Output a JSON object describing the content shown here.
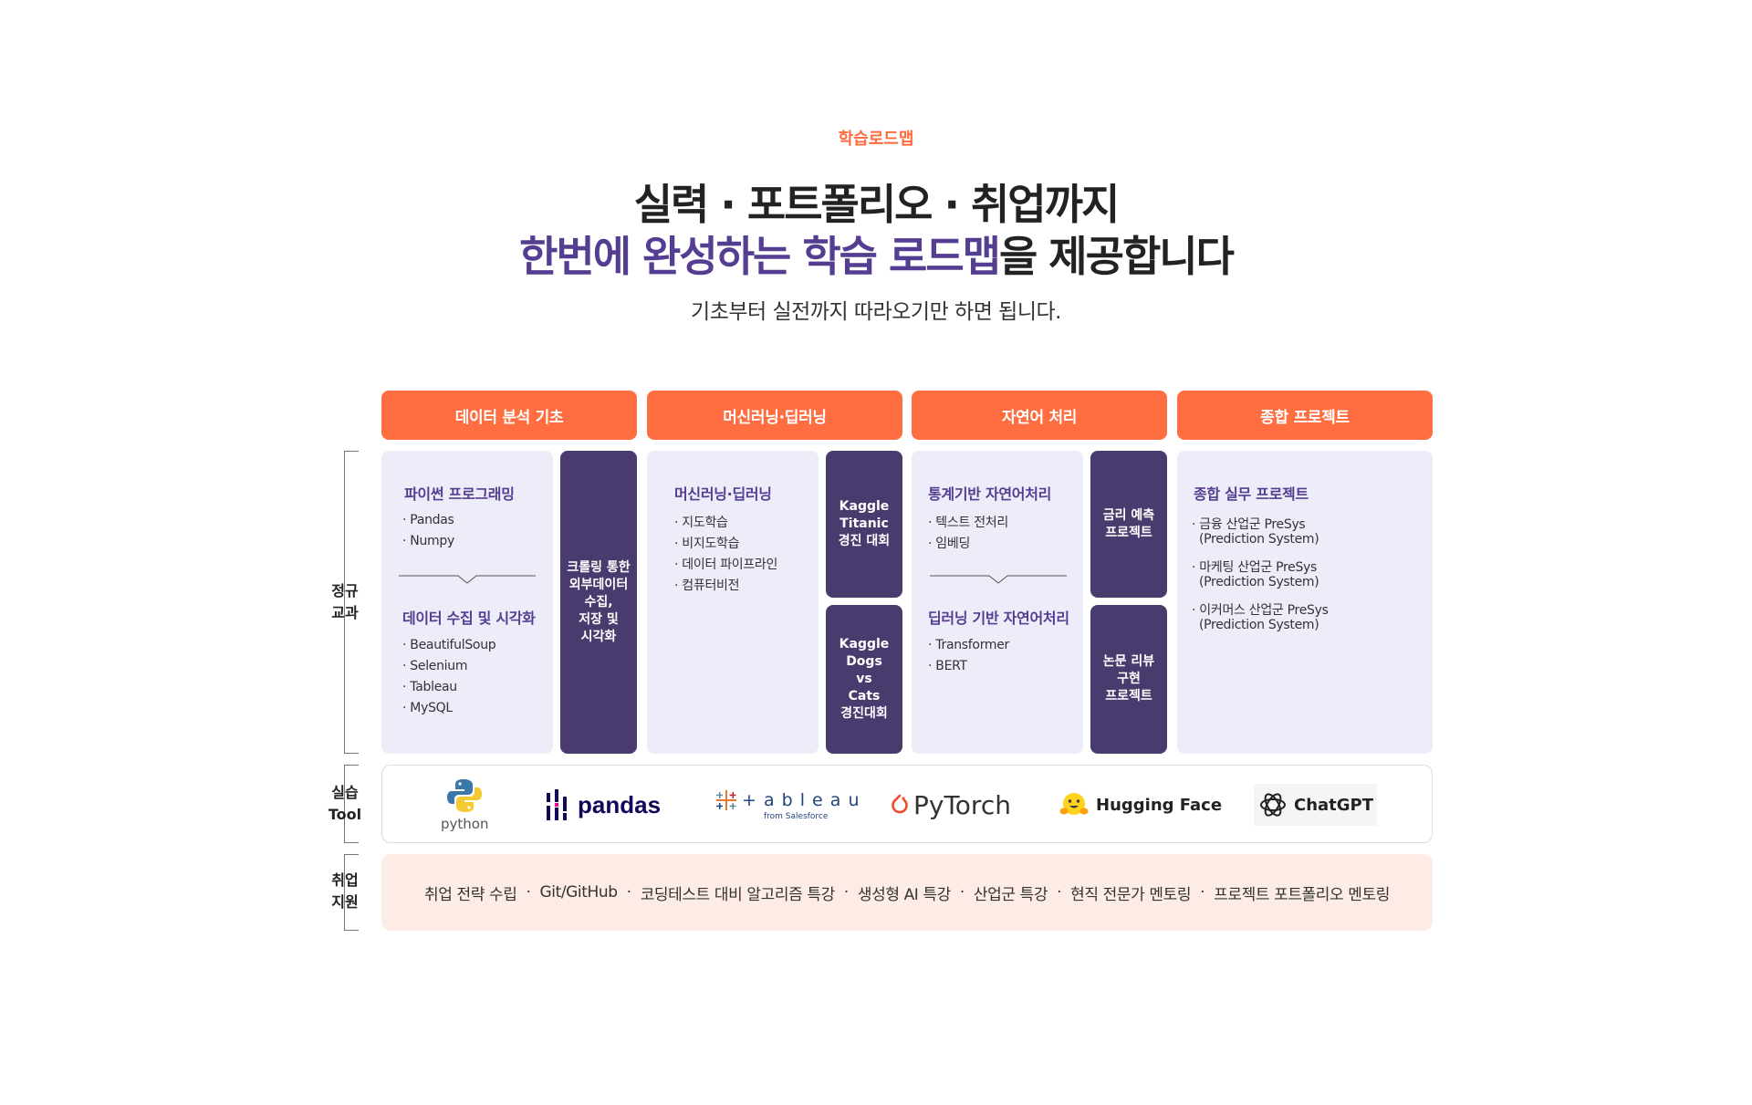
{
  "hero": {
    "eyebrow": "학습로드맵",
    "title_line1": "실력 · 포트폴리오 · 취업까지",
    "title_line2_highlight": "한번에 완성하는 학습 로드맵",
    "title_line2_rest": "을 제공합니다",
    "subtitle": "기초부터 실전까지 따라오기만 하면 됩니다."
  },
  "side_labels": {
    "curriculum": [
      "정규",
      "교과"
    ],
    "tool": [
      "실습",
      "Tool"
    ],
    "career": [
      "취업",
      "지원"
    ]
  },
  "columns": [
    {
      "header": "데이터 분석 기초"
    },
    {
      "header": "머신러닝·딥러닝"
    },
    {
      "header": "자연어 처리"
    },
    {
      "header": "종합 프로젝트"
    }
  ],
  "col1": {
    "sec1_title": "파이썬 프로그래밍",
    "sec1_items": [
      "· Pandas",
      "· Numpy"
    ],
    "sec2_title": "데이터 수집 및 시각화",
    "sec2_items": [
      "· BeautifulSoup",
      "· Selenium",
      "· Tableau",
      "· MySQL"
    ],
    "dark": [
      "크롤링 통한",
      "외부데이터",
      "수집,",
      "저장 및",
      "시각화"
    ]
  },
  "col2": {
    "sec1_title": "머신러닝·딥러닝",
    "sec1_items": [
      "· 지도학습",
      "· 비지도학습",
      "· 데이터 파이프라인",
      "· 컴퓨터비전"
    ],
    "dark_top": [
      "Kaggle",
      "Titanic",
      "경진 대회"
    ],
    "dark_bottom": [
      "Kaggle",
      "Dogs",
      "vs",
      "Cats",
      "경진대회"
    ]
  },
  "col3": {
    "sec1_title": "통계기반 자연어처리",
    "sec1_items": [
      "· 텍스트 전처리",
      "· 임베딩"
    ],
    "sec2_title": "딥러닝 기반 자연어처리",
    "sec2_items": [
      "· Transformer",
      "· BERT"
    ],
    "dark_top": [
      "금리 예측",
      "프로젝트"
    ],
    "dark_bottom": [
      "논문 리뷰",
      "구현",
      "프로젝트"
    ]
  },
  "col4": {
    "sec1_title": "종합 실무 프로젝트",
    "items": [
      [
        "· 금융 산업군 PreSys",
        "(Prediction System)"
      ],
      [
        "· 마케팅 산업군 PreSys",
        "(Prediction System)"
      ],
      [
        "· 이커머스 산업군 PreSys",
        "(Prediction System)"
      ]
    ]
  },
  "tools": {
    "python": "python",
    "pandas": "pandas",
    "tableau": "+ a b l e a u",
    "tableau_sub": "from Salesforce",
    "pytorch": "PyTorch",
    "huggingface": "Hugging Face",
    "chatgpt": "ChatGPT"
  },
  "support_items": [
    "취업 전략 수립",
    "Git/GitHub",
    "코딩테스트 대비 알고리즘 특강",
    "생성형 AI 특강",
    "산업군 특강",
    "현직 전문가 멘토링",
    "프로젝트 포트폴리오 멘토링"
  ],
  "support_sep": "·",
  "colors": {
    "accent_orange": "#ff6e40",
    "accent_purple": "#553d92",
    "dark_box": "#4a3b6f",
    "panel_bg": "#ecedf8",
    "support_bg": "#fdebe6"
  }
}
